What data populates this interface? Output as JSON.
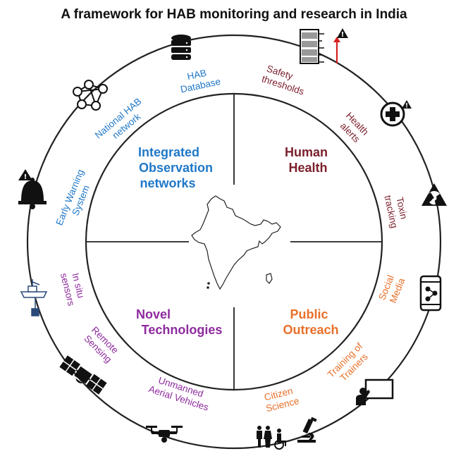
{
  "title": "A framework for HAB monitoring and research in India",
  "colors": {
    "blue": "#1f78c8",
    "maroon": "#7a1f2b",
    "purple": "#8e2a9e",
    "orange": "#e8702a",
    "ring": "#222222"
  },
  "quadrants": {
    "integrated": [
      "Integrated",
      "Observation",
      "networks"
    ],
    "health": [
      "Human",
      "Health"
    ],
    "novel": [
      "Novel",
      "Technologies"
    ],
    "outreach": [
      "Public",
      "Outreach"
    ]
  },
  "ring_labels": {
    "hab_database": [
      "HAB",
      "Database"
    ],
    "national_network": [
      "National HAB",
      "network"
    ],
    "early_warning": [
      "Early Warning",
      "System"
    ],
    "safety_thresholds": [
      "Safety",
      "thresholds"
    ],
    "health_alerts": [
      "Health",
      "alerts"
    ],
    "toxin_tracking": [
      "Toxin",
      "tracking"
    ],
    "in_situ": [
      "In situ",
      "sensors"
    ],
    "remote_sensing": [
      "Remote",
      "Sensing"
    ],
    "uav": [
      "Unmanned",
      "Aerial Vehicles"
    ],
    "social_media": [
      "Social",
      "Media"
    ],
    "training": [
      "Training of",
      "Trainers"
    ],
    "citizen_science": [
      "Citizen",
      "Science"
    ]
  },
  "icons": {
    "database": "database-icon",
    "network": "network-icon",
    "warning_bell": "alarm-bell-icon",
    "threshold": "threshold-gauge-icon",
    "health_alert": "medical-alert-icon",
    "radiation": "hazard-icon",
    "boat": "research-vessel-icon",
    "satellite": "satellite-icon",
    "drone": "drone-icon",
    "phone": "smartphone-icon",
    "teacher": "presentation-icon",
    "people": "citizens-icon",
    "microscope": "microscope-icon"
  }
}
